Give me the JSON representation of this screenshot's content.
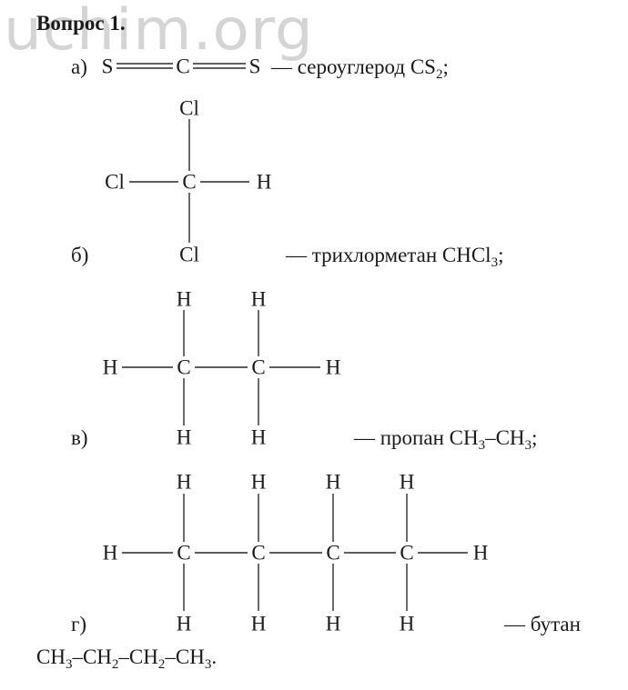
{
  "watermark": "uchim.org",
  "title": "Вопрос 1.",
  "items": [
    {
      "label": "а)",
      "structure": {
        "atoms": [
          "S",
          "C",
          "S"
        ],
        "bonds": "double"
      },
      "name_prefix": "— сероуглерод ",
      "formula": {
        "main": "CS",
        "sub": "2",
        "tail": ";"
      }
    },
    {
      "label": "б)",
      "structure": {
        "top": "Cl",
        "left": "Cl",
        "center": "C",
        "right": "H",
        "bottom": "Cl"
      },
      "name_prefix": "— трихлорметан ",
      "formula": {
        "main": "CHCl",
        "sub": "3",
        "tail": ";"
      }
    },
    {
      "label": "в)",
      "structure": {
        "chain": [
          "C",
          "C"
        ],
        "h": "H"
      },
      "name_prefix": "— пропан ",
      "formula": {
        "p1": "CH",
        "s1": "3",
        "p2": "–CH",
        "s2": "3",
        "tail": ";"
      }
    },
    {
      "label": "г)",
      "structure": {
        "chain": [
          "C",
          "C",
          "C",
          "C"
        ],
        "h": "H"
      },
      "name_prefix": "— бутан",
      "formula": {
        "p1": "CH",
        "s1": "3",
        "p2": "–CH",
        "s2": "2",
        "p3": "–CH",
        "s3": "2",
        "p4": "–CH",
        "s4": "3",
        "tail": "."
      }
    }
  ]
}
